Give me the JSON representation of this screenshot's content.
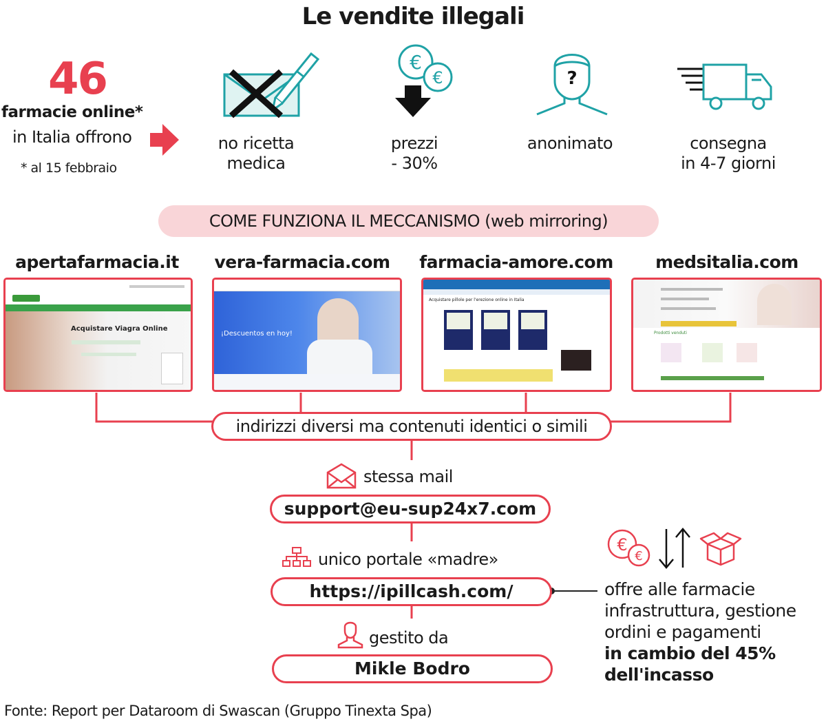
{
  "title": "Le vendite illegali",
  "intro": {
    "count": "46",
    "line1": "farmacie online*",
    "line2": "in Italia offrono",
    "footnote": "* al 15 febbraio"
  },
  "features": [
    {
      "icon": "prescription-crossed-icon",
      "line1": "no ricetta",
      "line2": "medica"
    },
    {
      "icon": "euro-price-down-icon",
      "line1": "prezzi",
      "line2": "- 30%"
    },
    {
      "icon": "anonymous-person-icon",
      "line1": "anonimato",
      "line2": ""
    },
    {
      "icon": "delivery-truck-icon",
      "line1": "consegna",
      "line2": "in 4-7 giorni"
    }
  ],
  "mechanism_label": "COME FUNZIONA IL MECCANISMO (web mirroring)",
  "sites": [
    {
      "name": "apertafarmacia.it",
      "shot_text": "Acquistare Viagra Online"
    },
    {
      "name": "vera-farmacia.com",
      "shot_text": "¡Descuentos en hoy!"
    },
    {
      "name": "farmacia-amore.com",
      "shot_text": "Acquistare pillole per l'erezione online in Italia"
    },
    {
      "name": "medsitalia.com",
      "shot_text": "Prodotti venduti"
    }
  ],
  "addresses_label": "indirizzi diversi ma contenuti identici o simili",
  "mail_label": "stessa mail",
  "mail_value": "support@eu-sup24x7.com",
  "portal_label": "unico portale «madre»",
  "portal_value": "https://ipillcash.com/",
  "managed_label": "gestito da",
  "managed_value": "Mikle Bodro",
  "offer": {
    "line1": "offre alle farmacie",
    "line2": "infrastruttura, gestione",
    "line3": "ordini e pagamenti",
    "bold1": "in cambio del 45%",
    "bold2": "dell'incasso"
  },
  "source": "Fonte: Report per Dataroom di Swascan (Gruppo Tinexta Spa)",
  "colors": {
    "accent": "#e8404f",
    "teal": "#1fa2a6",
    "pink_fill": "#f9d5d8"
  }
}
